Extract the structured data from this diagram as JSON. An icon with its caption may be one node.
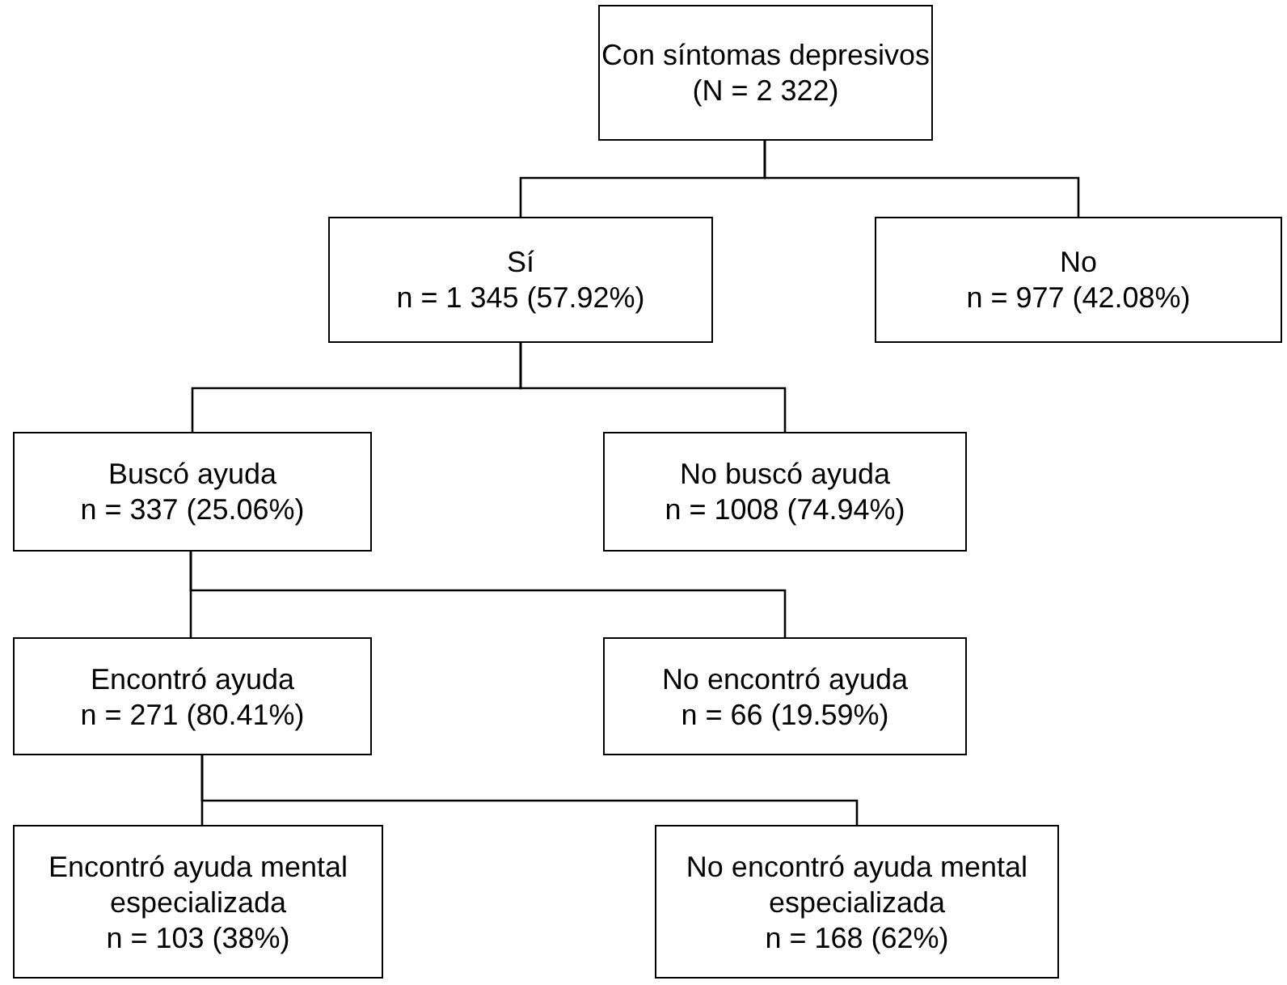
{
  "diagram": {
    "nodes": [
      {
        "text": [
          "Con síntomas depresivos",
          "(N = 2 322)"
        ]
      },
      {
        "text": [
          "Sí",
          "n = 1 345 (57.92%)"
        ]
      },
      {
        "text": [
          "No",
          "n = 977 (42.08%)"
        ]
      },
      {
        "text": [
          "Buscó ayuda",
          "n = 337 (25.06%)"
        ]
      },
      {
        "text": [
          "No buscó ayuda",
          "n = 1008 (74.94%)"
        ]
      },
      {
        "text": [
          "Encontró ayuda",
          "n = 271 (80.41%)"
        ]
      },
      {
        "text": [
          "No encontró ayuda",
          "n = 66 (19.59%)"
        ]
      },
      {
        "text": [
          "Encontró ayuda mental especializada",
          "n = 103 (38%)"
        ]
      },
      {
        "text": [
          "No encontró ayuda mental especializada",
          "n = 168 (62%)"
        ]
      }
    ],
    "edges": [
      {
        "from": 0,
        "to": 1,
        "arrow": "none"
      },
      {
        "from": 0,
        "to": 2,
        "arrow": "none"
      },
      {
        "from": 1,
        "to": 3,
        "arrow": "none"
      },
      {
        "from": 1,
        "to": 4,
        "arrow": "none"
      },
      {
        "from": 3,
        "to": 5,
        "arrow": "none"
      },
      {
        "from": 3,
        "to": 6,
        "arrow": "none"
      },
      {
        "from": 5,
        "to": 7,
        "arrow": "none"
      },
      {
        "from": 5,
        "to": 8,
        "arrow": "none"
      }
    ]
  }
}
